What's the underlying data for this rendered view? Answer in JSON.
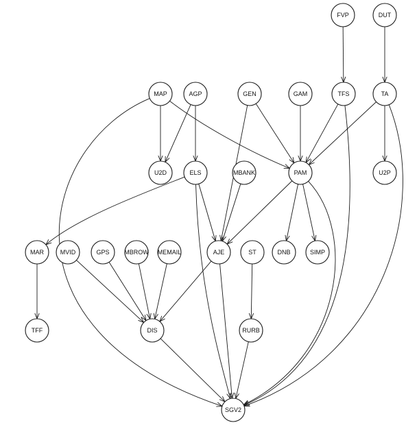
{
  "diagram": {
    "nodes": [
      {
        "id": "FVP",
        "label": "FVP"
      },
      {
        "id": "DUT",
        "label": "DUT"
      },
      {
        "id": "MAP",
        "label": "MAP"
      },
      {
        "id": "AGP",
        "label": "AGP"
      },
      {
        "id": "GEN",
        "label": "GEN"
      },
      {
        "id": "GAM",
        "label": "GAM"
      },
      {
        "id": "TFS",
        "label": "TFS"
      },
      {
        "id": "TA",
        "label": "TA"
      },
      {
        "id": "U2D",
        "label": "U2D"
      },
      {
        "id": "ELS",
        "label": "ELS"
      },
      {
        "id": "MBANK",
        "label": "MBANK"
      },
      {
        "id": "PAM",
        "label": "PAM"
      },
      {
        "id": "U2P",
        "label": "U2P"
      },
      {
        "id": "MAR",
        "label": "MAR"
      },
      {
        "id": "MVID",
        "label": "MVID"
      },
      {
        "id": "GPS",
        "label": "GPS"
      },
      {
        "id": "MBROW",
        "label": "MBROW"
      },
      {
        "id": "MEMAIL",
        "label": "MEMAIL"
      },
      {
        "id": "AJE",
        "label": "AJE"
      },
      {
        "id": "ST",
        "label": "ST"
      },
      {
        "id": "DNB",
        "label": "DNB"
      },
      {
        "id": "SIMP",
        "label": "SIMP"
      },
      {
        "id": "TFF",
        "label": "TFF"
      },
      {
        "id": "DIS",
        "label": "DIS"
      },
      {
        "id": "RURB",
        "label": "RURB"
      },
      {
        "id": "SGV2",
        "label": "SGV2"
      }
    ],
    "edges": [
      {
        "from": "FVP",
        "to": "TFS"
      },
      {
        "from": "DUT",
        "to": "TA"
      },
      {
        "from": "MAP",
        "to": "U2D"
      },
      {
        "from": "MAP",
        "to": "PAM"
      },
      {
        "from": "MAP",
        "to": "SGV2"
      },
      {
        "from": "AGP",
        "to": "U2D"
      },
      {
        "from": "AGP",
        "to": "ELS"
      },
      {
        "from": "GEN",
        "to": "PAM"
      },
      {
        "from": "GEN",
        "to": "AJE"
      },
      {
        "from": "GAM",
        "to": "PAM"
      },
      {
        "from": "TFS",
        "to": "PAM"
      },
      {
        "from": "TFS",
        "to": "SGV2"
      },
      {
        "from": "TA",
        "to": "PAM"
      },
      {
        "from": "TA",
        "to": "U2P"
      },
      {
        "from": "TA",
        "to": "SGV2"
      },
      {
        "from": "ELS",
        "to": "MAR"
      },
      {
        "from": "ELS",
        "to": "AJE"
      },
      {
        "from": "ELS",
        "to": "SGV2"
      },
      {
        "from": "MBANK",
        "to": "AJE"
      },
      {
        "from": "PAM",
        "to": "AJE"
      },
      {
        "from": "PAM",
        "to": "DNB"
      },
      {
        "from": "PAM",
        "to": "SIMP"
      },
      {
        "from": "PAM",
        "to": "SGV2"
      },
      {
        "from": "MAR",
        "to": "TFF"
      },
      {
        "from": "MVID",
        "to": "DIS"
      },
      {
        "from": "GPS",
        "to": "DIS"
      },
      {
        "from": "MBROW",
        "to": "DIS"
      },
      {
        "from": "MEMAIL",
        "to": "DIS"
      },
      {
        "from": "AJE",
        "to": "DIS"
      },
      {
        "from": "AJE",
        "to": "SGV2"
      },
      {
        "from": "ST",
        "to": "RURB"
      },
      {
        "from": "DIS",
        "to": "SGV2"
      },
      {
        "from": "RURB",
        "to": "SGV2"
      }
    ]
  }
}
